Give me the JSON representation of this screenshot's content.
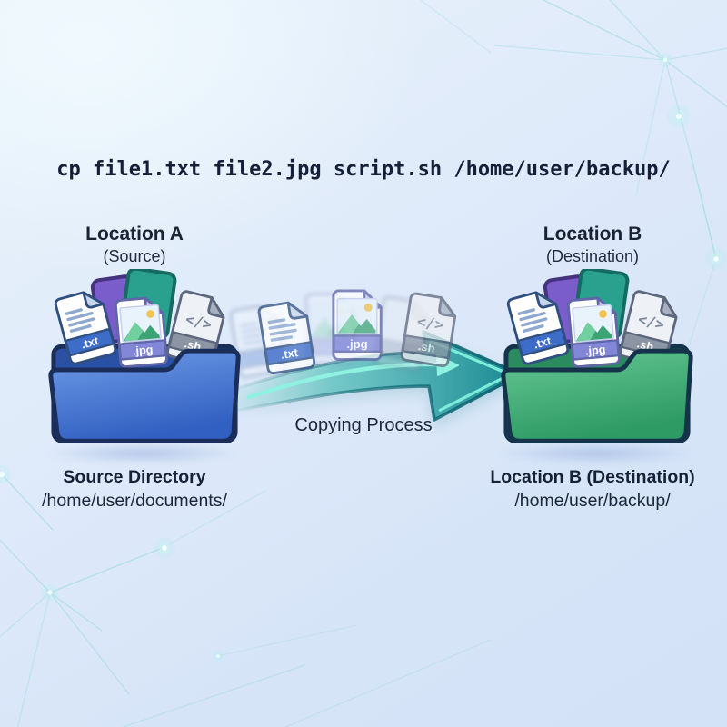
{
  "command": {
    "text": "cp file1.txt file2.jpg script.sh /home/user/backup/"
  },
  "source": {
    "title": "Location A",
    "subtitle": "(Source)",
    "caption_title": "Source Directory",
    "caption_path": "/home/user/documents/",
    "files": {
      "txt": ".txt",
      "jpg": ".jpg",
      "sh": ".sh"
    }
  },
  "destination": {
    "title": "Location B",
    "subtitle": "(Destination)",
    "caption_title": "Location B (Destination)",
    "caption_path": "/home/user/backup/",
    "files": {
      "txt": ".txt",
      "jpg": ".jpg",
      "sh": ".sh"
    }
  },
  "transfer": {
    "label": "Copying Process",
    "files": {
      "txt": ".txt",
      "jpg": ".jpg",
      "sh": ".sh"
    }
  },
  "glyphs": {
    "code": "</>"
  },
  "colors": {
    "background": "#dde9f8",
    "source_folder": "#3a68c8",
    "destination_folder": "#34a06c",
    "arrow_teal": "#1f9398",
    "text_dark": "#1b2434",
    "txt_banner": "#3e6dc9",
    "jpg_banner": "#8387d8",
    "sh_banner": "#8c95a4"
  }
}
